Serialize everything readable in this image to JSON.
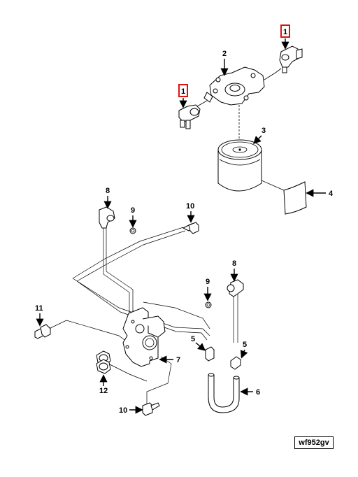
{
  "diagram": {
    "figure_id": "wf952gv",
    "callouts": [
      {
        "key": "c1a",
        "label": "1",
        "highlighted": true
      },
      {
        "key": "c1b",
        "label": "1",
        "highlighted": true
      },
      {
        "key": "c2",
        "label": "2"
      },
      {
        "key": "c3",
        "label": "3"
      },
      {
        "key": "c4",
        "label": "4"
      },
      {
        "key": "c5a",
        "label": "5"
      },
      {
        "key": "c5b",
        "label": "5"
      },
      {
        "key": "c6",
        "label": "6"
      },
      {
        "key": "c7",
        "label": "7"
      },
      {
        "key": "c8a",
        "label": "8"
      },
      {
        "key": "c8b",
        "label": "8"
      },
      {
        "key": "c9a",
        "label": "9"
      },
      {
        "key": "c9b",
        "label": "9"
      },
      {
        "key": "c10a",
        "label": "10"
      },
      {
        "key": "c10b",
        "label": "10"
      },
      {
        "key": "c11",
        "label": "11"
      },
      {
        "key": "c12",
        "label": "12"
      }
    ],
    "highlight_color": "#e01010"
  }
}
